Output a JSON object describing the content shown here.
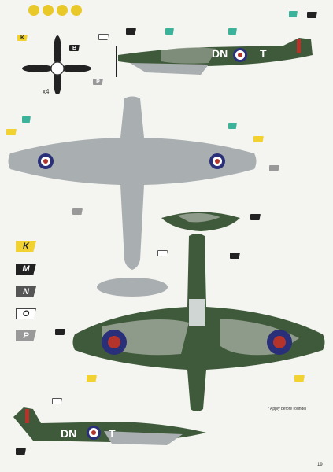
{
  "header": {
    "icons": [
      "lightbulb-icon",
      "glue-icon",
      "paint-icon",
      "decal-icon"
    ],
    "icon_colors": [
      "#e9c92a",
      "#e9c92a",
      "#e9c92a",
      "#e9c92a"
    ]
  },
  "propeller": {
    "multiplier": "x4",
    "tag_k": "K",
    "tag_b": "B",
    "tag_p": "P"
  },
  "side_view_top": {
    "code_letters_left": "DN",
    "code_letter_right": "T"
  },
  "side_view_bottom": {
    "code_letters_left": "DN",
    "code_letter_right": "T"
  },
  "legend": [
    {
      "label": "K",
      "bg": "#f2d230",
      "fg": "#222"
    },
    {
      "label": "M",
      "bg": "#222222",
      "fg": "#ffffff"
    },
    {
      "label": "N",
      "bg": "#555555",
      "fg": "#ffffff"
    },
    {
      "label": "O",
      "bg": "#ffffff",
      "fg": "#222"
    },
    {
      "label": "P",
      "bg": "#999999",
      "fg": "#ffffff"
    }
  ],
  "notes": {
    "roundel_note": "* Apply before roundel"
  },
  "footer": {
    "page_number": "19"
  },
  "colors": {
    "camo_green": "#3f5a3a",
    "camo_grey": "#8e9a8a",
    "underside_grey": "#a9aeb0",
    "roundel_blue": "#2a2f7a",
    "roundel_red": "#b4342b",
    "tag_green": "#3bb39a"
  }
}
